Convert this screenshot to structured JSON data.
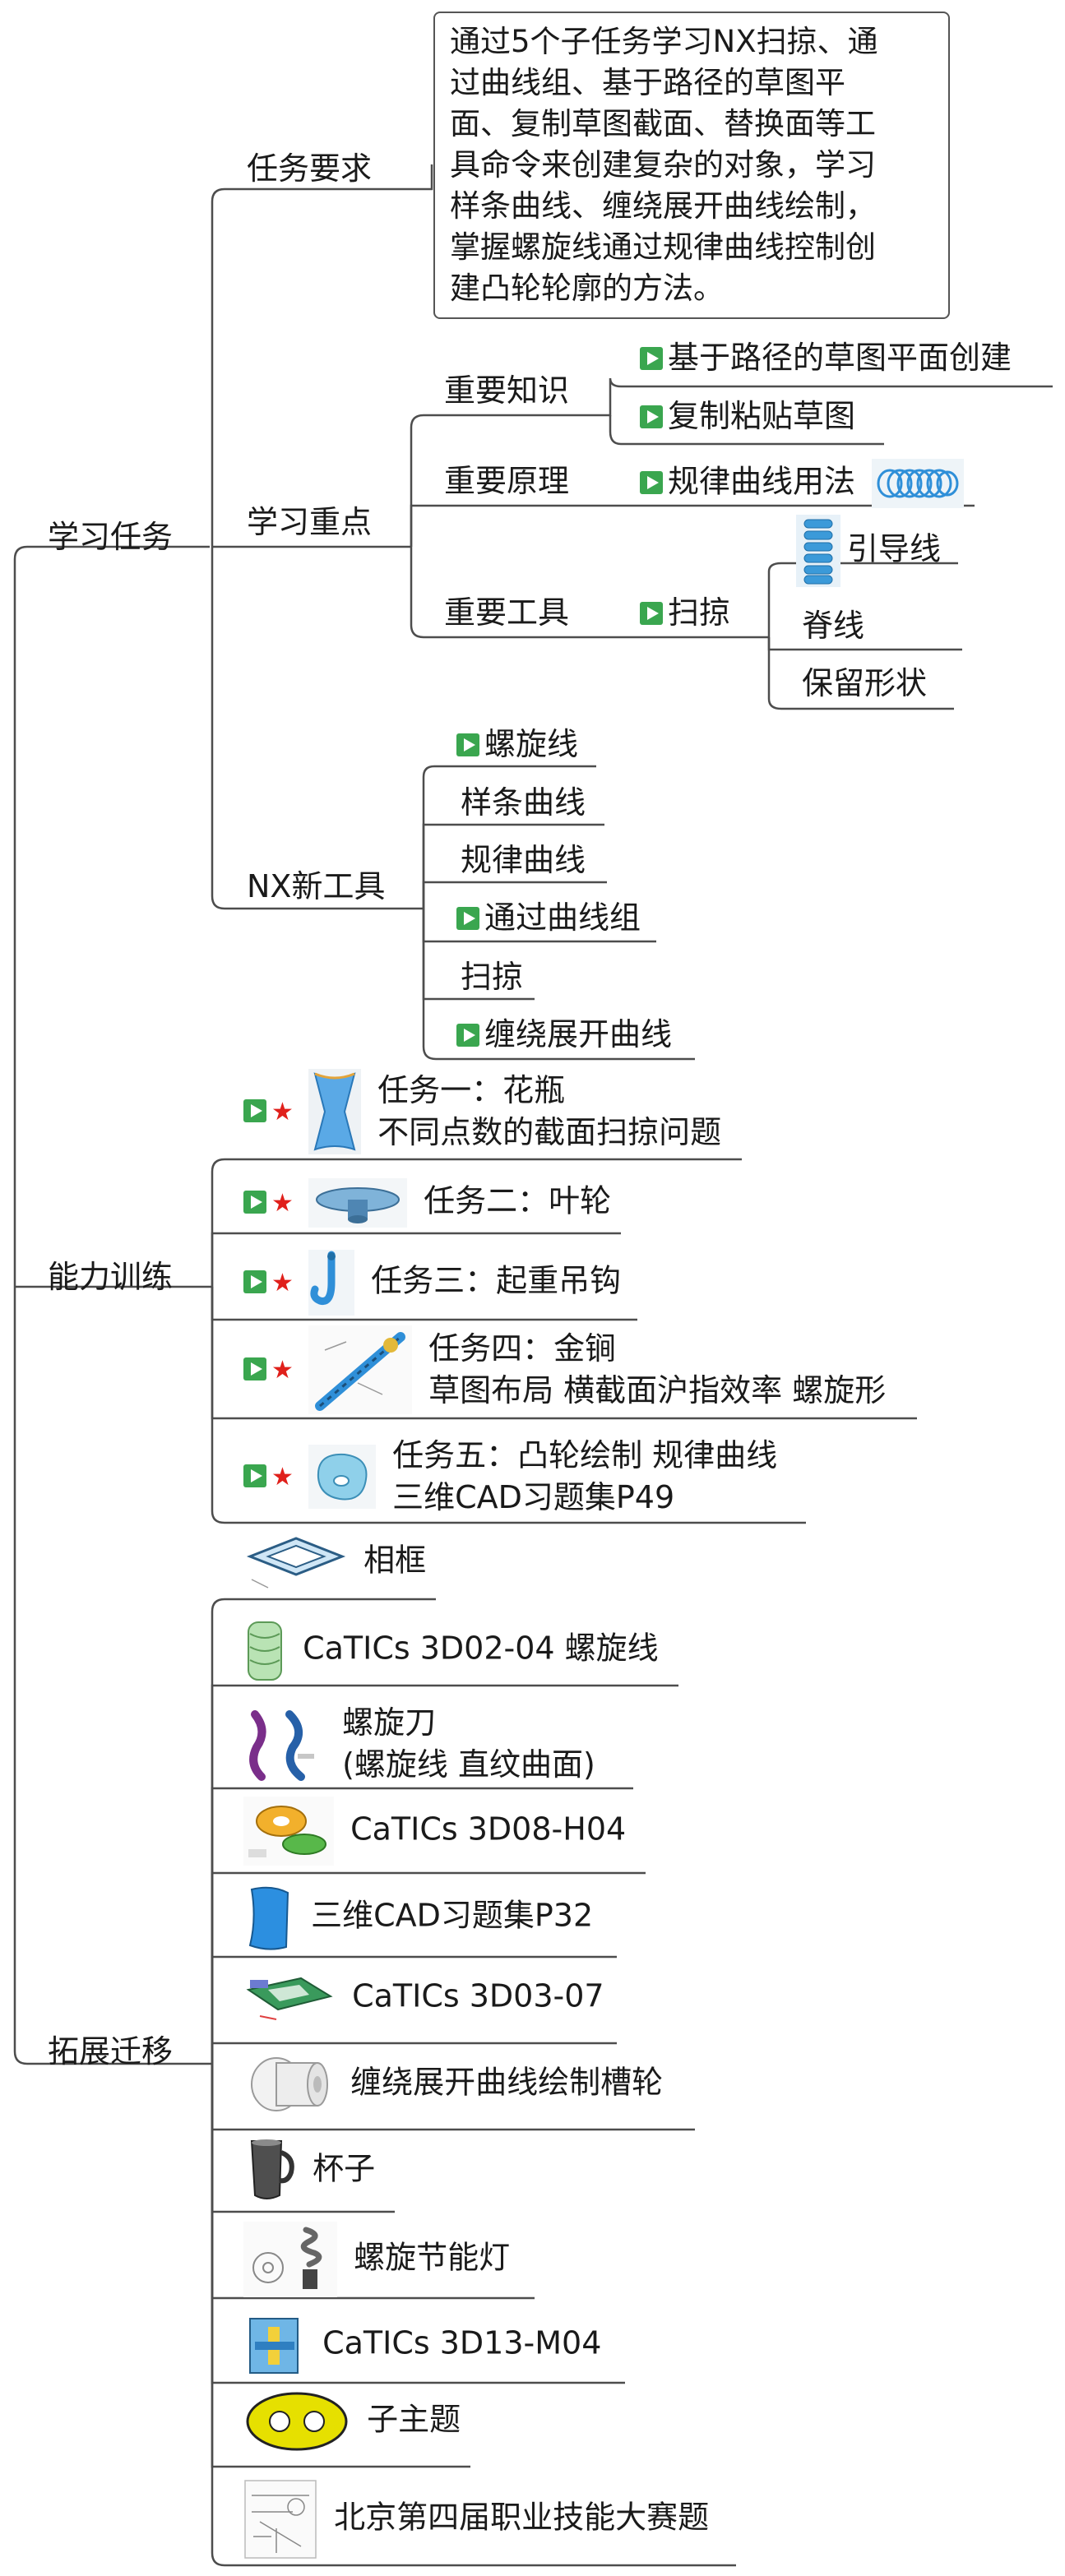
{
  "root_branches": {
    "learning_tasks": "学习任务",
    "ability_training": "能力训练",
    "extension": "拓展迁移"
  },
  "learning_tasks": {
    "requirements": {
      "label": "任务要求",
      "text_lines": [
        "通过5个子任务学习NX扫掠、通",
        "过曲线组、基于路径的草图平",
        "面、复制草图截面、替换面等工",
        "具命令来创建复杂的对象，学习",
        "样条曲线、缠绕展开曲线绘制，",
        "掌握螺旋线通过规律曲线控制创",
        "建凸轮轮廓的方法。"
      ]
    },
    "key_points": {
      "label": "学习重点",
      "knowledge": {
        "label": "重要知识",
        "items": [
          "基于路径的草图平面创建",
          "复制粘贴草图"
        ]
      },
      "principle": {
        "label": "重要原理",
        "items": [
          "规律曲线用法"
        ]
      },
      "tools": {
        "label": "重要工具",
        "sweep": "扫掠",
        "sweep_items": [
          "引导线",
          "脊线",
          "保留形状"
        ]
      }
    },
    "nx_new_tools": {
      "label": "NX新工具",
      "items": [
        {
          "text": "螺旋线",
          "flag": true
        },
        {
          "text": "样条曲线",
          "flag": false
        },
        {
          "text": "规律曲线",
          "flag": false
        },
        {
          "text": "通过曲线组",
          "flag": true
        },
        {
          "text": "扫掠",
          "flag": false
        },
        {
          "text": "缠绕展开曲线",
          "flag": true
        }
      ]
    }
  },
  "ability_training": {
    "tasks": [
      {
        "line1": "任务一：花瓶",
        "line2": "不同点数的截面扫掠问题"
      },
      {
        "line1": "任务二：叶轮",
        "line2": ""
      },
      {
        "line1": "任务三：起重吊钩",
        "line2": ""
      },
      {
        "line1": "任务四：金锏",
        "line2": "草图布局 横截面沪指效率 螺旋形"
      },
      {
        "line1": "任务五：凸轮绘制 规律曲线",
        "line2": "三维CAD习题集P49"
      }
    ]
  },
  "extension": {
    "items": [
      {
        "line1": "相框",
        "line2": ""
      },
      {
        "line1": "CaTICs 3D02-04 螺旋线",
        "line2": ""
      },
      {
        "line1": "螺旋刀",
        "line2": "(螺旋线 直纹曲面)"
      },
      {
        "line1": "CaTICs 3D08-H04",
        "line2": ""
      },
      {
        "line1": "三维CAD习题集P32",
        "line2": ""
      },
      {
        "line1": "CaTICs 3D03-07",
        "line2": ""
      },
      {
        "line1": "缠绕展开曲线绘制槽轮",
        "line2": ""
      },
      {
        "line1": "杯子",
        "line2": ""
      },
      {
        "line1": "螺旋节能灯",
        "line2": ""
      },
      {
        "line1": "CaTICs 3D13-M04",
        "line2": ""
      },
      {
        "line1": "子主题",
        "line2": ""
      },
      {
        "line1": "北京第四届职业技能大赛题",
        "line2": ""
      }
    ]
  },
  "colors": {
    "line": "#4d4d4d",
    "flag": "#3aa64f",
    "star": "#e0201b",
    "accent_blue": "#2f8fd8"
  }
}
